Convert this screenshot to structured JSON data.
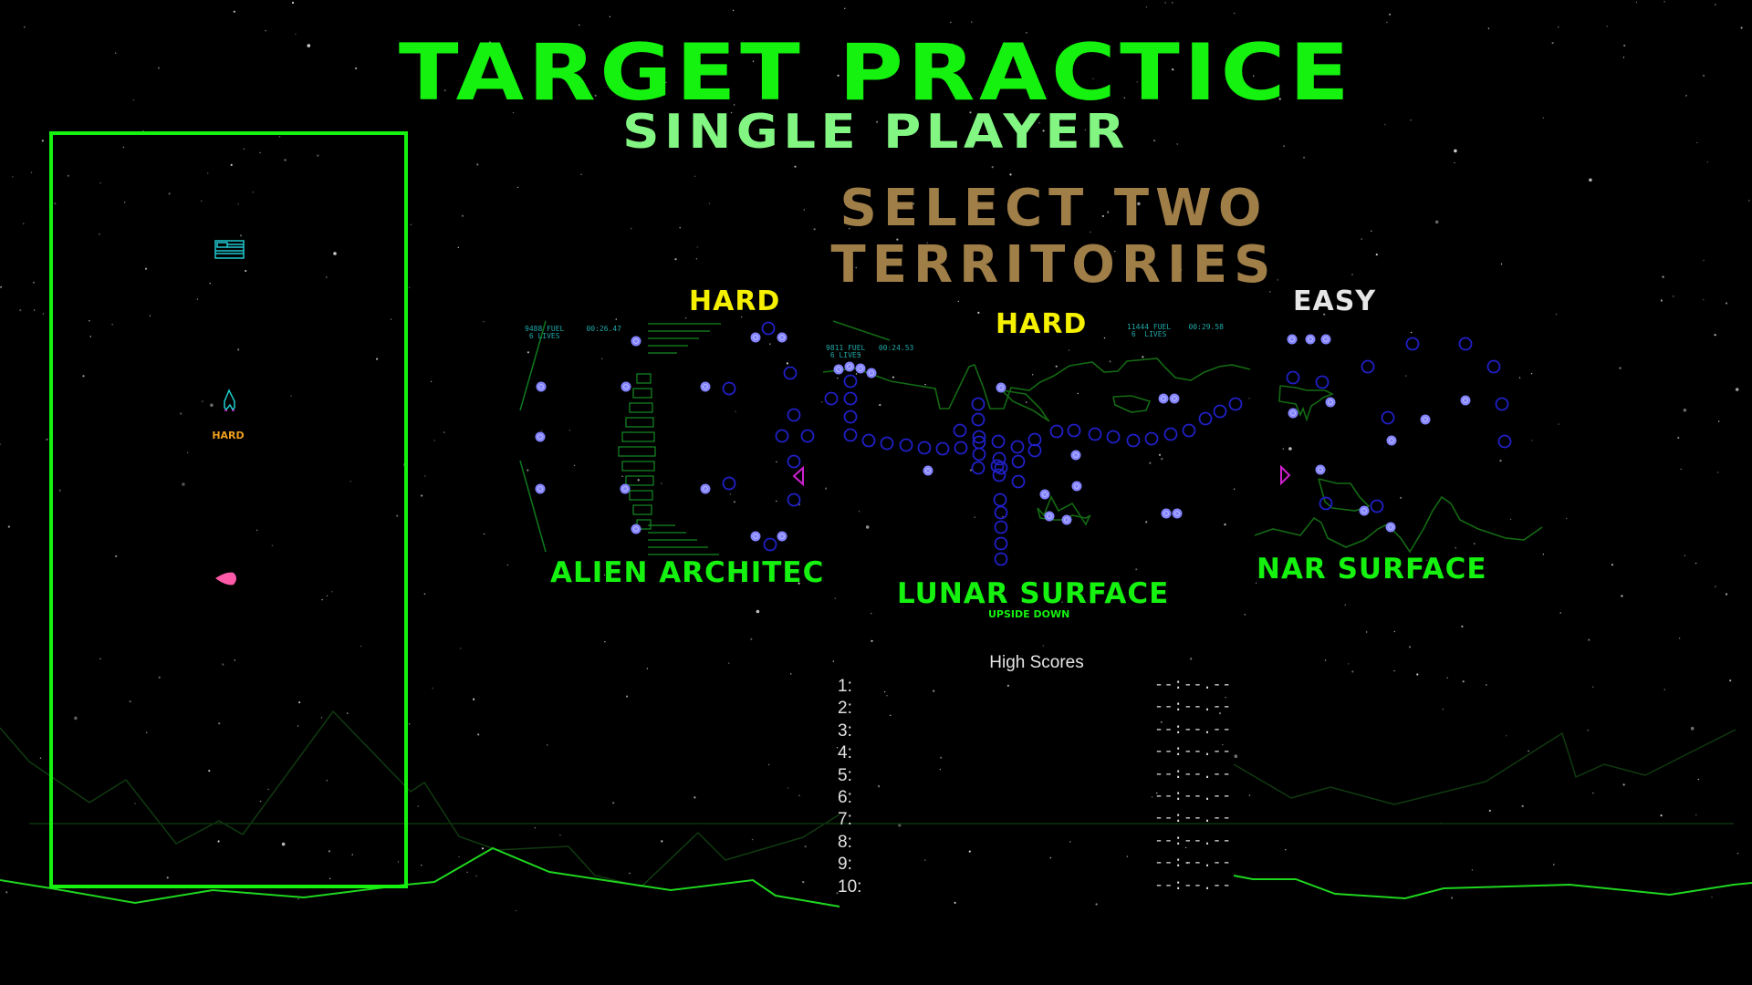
{
  "header": {
    "title": "TARGET PRACTICE",
    "subtitle": "SINGLE PLAYER",
    "instruction": "SELECT TWO TERRITORIES"
  },
  "left_panel": {
    "difficulty_label": "HARD",
    "icons": [
      "flag-icon",
      "ship-icon",
      "pink-blob-icon"
    ],
    "border_color": "#15f20f"
  },
  "territories": [
    {
      "name": "ALIEN ARCHITEC",
      "difficulty": "HARD",
      "difficulty_color": "#f5f000",
      "hud": {
        "score": "9488",
        "fuel_label": "FUEL",
        "time": "00:26.47",
        "lives": "6",
        "lives_label": "LIVES"
      }
    },
    {
      "name": "LUNAR SURFACE",
      "subtitle": "UPSIDE DOWN",
      "difficulty": "HARD",
      "difficulty_color": "#f5f000",
      "hud": {
        "score": "9811",
        "fuel_label": "FUEL",
        "time": "00:24.53",
        "lives": "6",
        "lives_label": "LIVES"
      },
      "hud2": {
        "score": "11444",
        "fuel_label": "FUEL",
        "time": "00:29.58",
        "lives": "6",
        "lives_label": "LIVES"
      }
    },
    {
      "name": "NAR SURFACE",
      "difficulty": "EASY",
      "difficulty_color": "#e6e6e6"
    }
  ],
  "high_scores": {
    "title": "High Scores",
    "rows": [
      {
        "rank": "1:",
        "time": "--:--.--"
      },
      {
        "rank": "2:",
        "time": "--:--.--"
      },
      {
        "rank": "3:",
        "time": "--:--.--"
      },
      {
        "rank": "4:",
        "time": "--:--.--"
      },
      {
        "rank": "5:",
        "time": "--:--.--"
      },
      {
        "rank": "6:",
        "time": "--:--.--"
      },
      {
        "rank": "7:",
        "time": "--:--.--"
      },
      {
        "rank": "8:",
        "time": "--:--.--"
      },
      {
        "rank": "9:",
        "time": "--:--.--"
      },
      {
        "rank": "10:",
        "time": "--:--.--"
      }
    ]
  },
  "colors": {
    "title_green": "#15f20f",
    "subtitle_green": "#82f582",
    "instruction_tan": "#a07e48",
    "terrain_green": "#1fd61f",
    "target_blue": "#2020c8",
    "target_filled": "#8080ff",
    "player_magenta": "#d020d0",
    "hud_cyan": "#20a8a8"
  }
}
